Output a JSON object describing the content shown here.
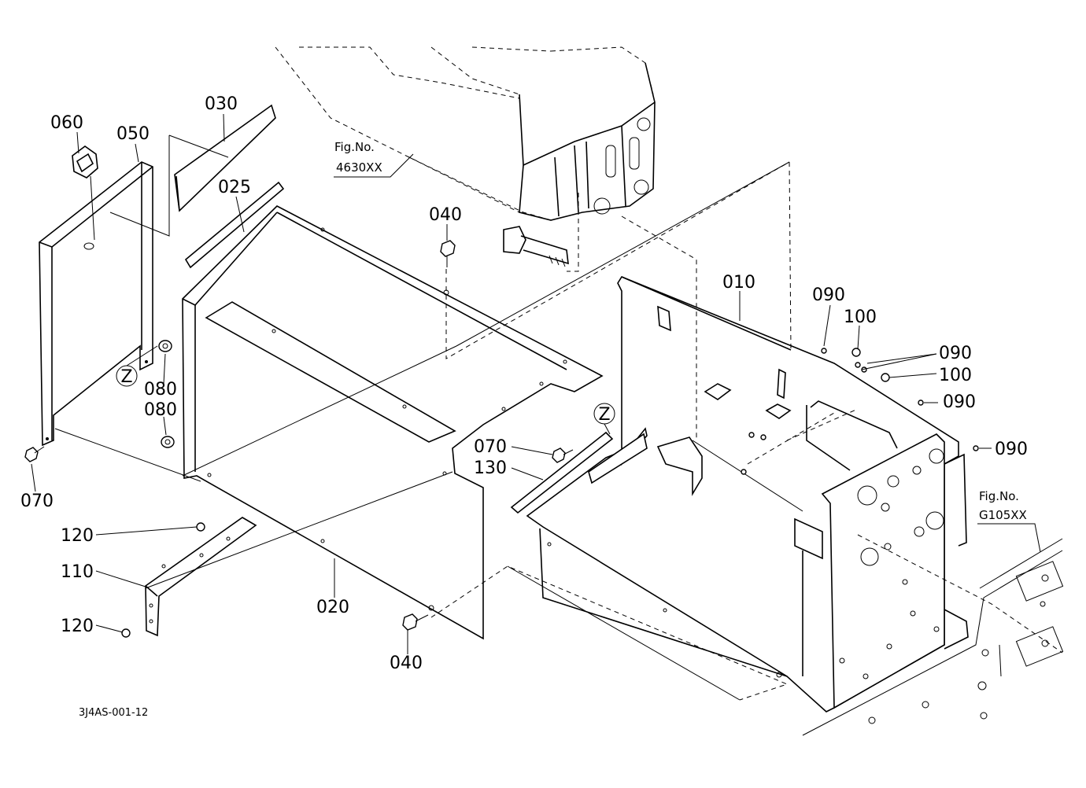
{
  "diagram": {
    "drawing_code": "3J4AS-001-12",
    "callouts": {
      "p010": "010",
      "p020": "020",
      "p025": "025",
      "p030": "030",
      "p040_top": "040",
      "p040_bottom": "040",
      "p050": "050",
      "p060": "060",
      "p070_left": "070",
      "p070_mid": "070",
      "p080_a": "080",
      "p080_b": "080",
      "p090_a": "090",
      "p090_b": "090",
      "p090_c": "090",
      "p090_d": "090",
      "p100_a": "100",
      "p100_b": "100",
      "p110": "110",
      "p120_a": "120",
      "p120_b": "120",
      "p130": "130"
    },
    "section_marks": {
      "z_left": "Z",
      "z_mid": "Z"
    },
    "references": {
      "ref_a_line1": "Fig.No.",
      "ref_a_line2": "4630XX",
      "ref_b_line1": "Fig.No.",
      "ref_b_line2": "G105XX"
    }
  }
}
